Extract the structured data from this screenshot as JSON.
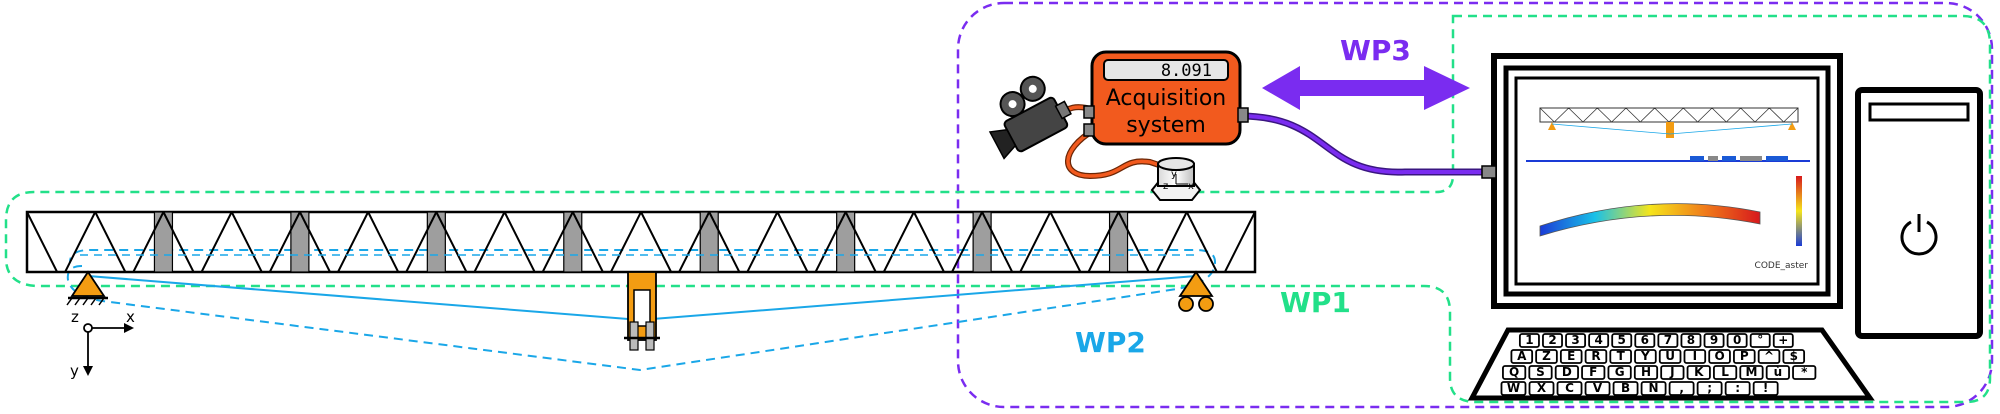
{
  "labels": {
    "wp1": "WP1",
    "wp2": "WP2",
    "wp3": "WP3"
  },
  "acquisition": {
    "display_value": "8.091",
    "title_line1": "Acquisition",
    "title_line2": "system"
  },
  "axes": {
    "z": "z",
    "x": "x",
    "y": "y"
  },
  "sensor_axes": {
    "y": "y",
    "z": "z",
    "x": "x"
  },
  "screen": {
    "brand": "CODE_aster"
  },
  "keyboard": {
    "rows": [
      [
        "1",
        "2",
        "3",
        "4",
        "5",
        "6",
        "7",
        "8",
        "9",
        "0",
        "°",
        "+"
      ],
      [
        "A",
        "Z",
        "E",
        "R",
        "T",
        "Y",
        "U",
        "I",
        "O",
        "P",
        "^",
        "$"
      ],
      [
        "Q",
        "S",
        "D",
        "F",
        "G",
        "H",
        "J",
        "K",
        "L",
        "M",
        "ù",
        "*"
      ],
      [
        "W",
        "X",
        "C",
        "V",
        "B",
        "N",
        ",",
        ";",
        ":",
        "!"
      ]
    ]
  },
  "colors": {
    "wp1": "#22e089",
    "wp2": "#1aa7e8",
    "wp3": "#7a2cf0",
    "acquisition_fill": "#f25a1e",
    "support": "#f39c12",
    "truss_stroke": "#000000",
    "stiffener": "#9e9e9e"
  },
  "icons": [
    "camera-icon",
    "sensor-icon",
    "power-icon",
    "double-arrow-icon"
  ]
}
